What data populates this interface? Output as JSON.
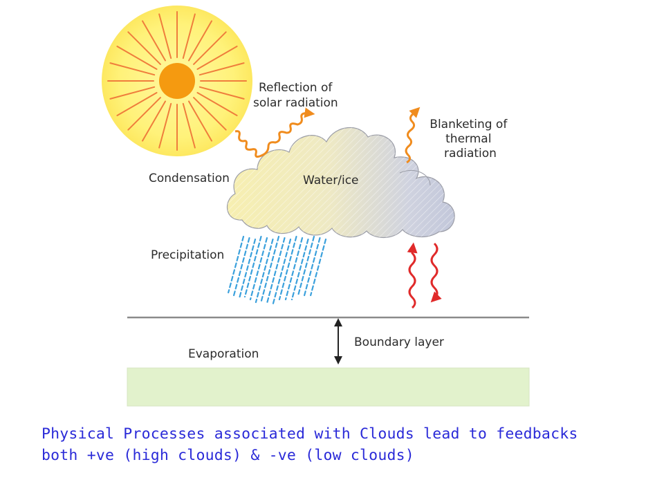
{
  "labels": {
    "reflection": [
      "Reflection of",
      "solar radiation"
    ],
    "blanketing": [
      "Blanketing of",
      "thermal",
      "radiation"
    ],
    "condensation": "Condensation",
    "water_ice": "Water/ice",
    "precipitation": "Precipitation",
    "boundary_layer": "Boundary layer",
    "evaporation": "Evaporation"
  },
  "caption": {
    "line1": "Physical Processes associated with Clouds lead to feedbacks",
    "line2": "both +ve (high clouds) & -ve (low clouds)"
  },
  "colors": {
    "sun_outer": "#fff27a",
    "sun_core": "#f59a10",
    "sun_rays": "#ef7d3c",
    "solar_arrow": "#f08c1e",
    "thermal_arrow": "#e02a2a",
    "rain": "#3aa0dc",
    "cloud_left": "#f6eeb0",
    "cloud_right": "#c4c9dc",
    "ground": "#e2f2cc",
    "caption": "#2a2ad8"
  },
  "icons": [
    "sun-icon",
    "cloud-icon",
    "rain-icon",
    "wavy-arrow-icon",
    "double-headed-arrow-icon"
  ]
}
